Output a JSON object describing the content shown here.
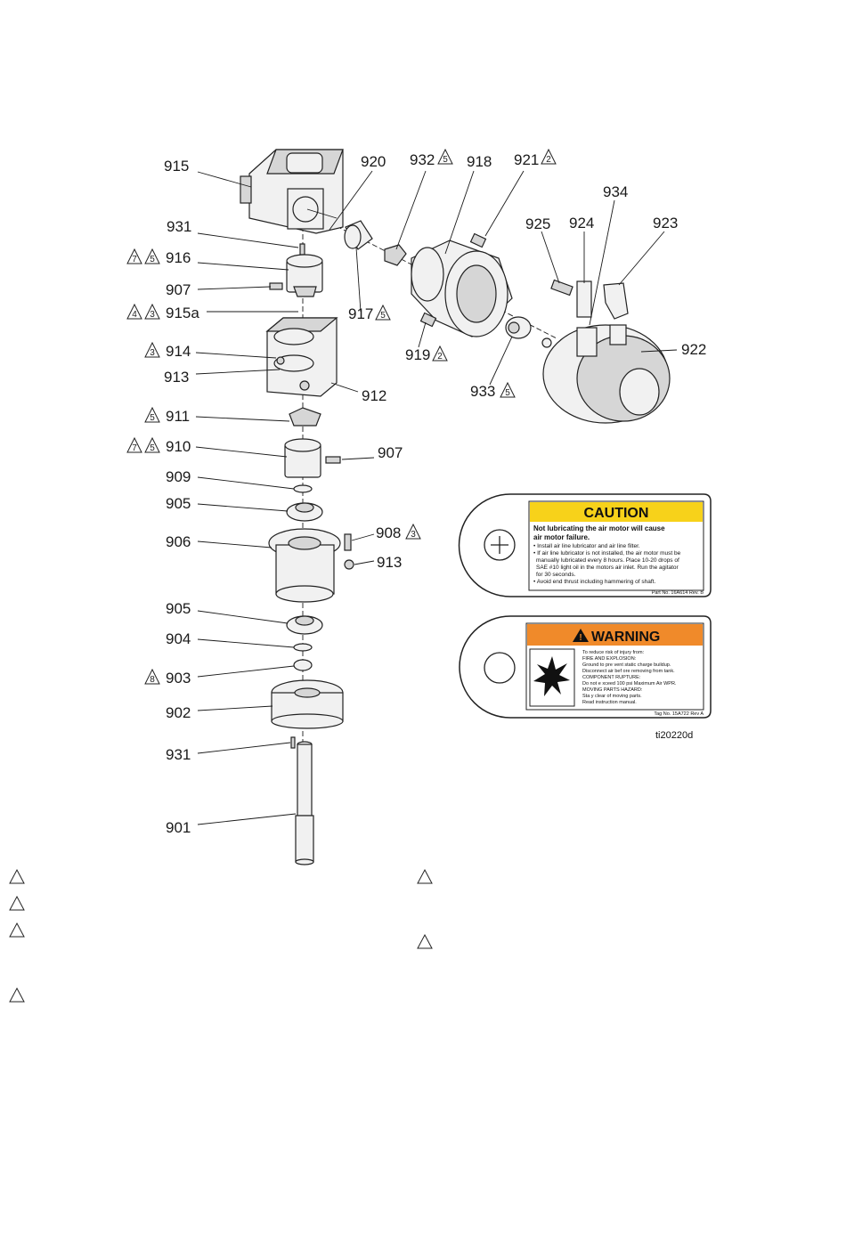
{
  "labels": {
    "p915": "915",
    "p920": "920",
    "p932": "932",
    "p918": "918",
    "p921": "921",
    "p931a": "931",
    "p916": "916",
    "p907a": "907",
    "p915a": "915a",
    "p914": "914",
    "p913a": "913",
    "p912": "912",
    "p911": "911",
    "p910": "910",
    "p907b": "907",
    "p909": "909",
    "p905a": "905",
    "p906": "906",
    "p908": "908",
    "p913b": "913",
    "p905b": "905",
    "p904": "904",
    "p903": "903",
    "p902": "902",
    "p931b": "931",
    "p901": "901",
    "p917": "917",
    "p919": "919",
    "p933": "933",
    "p934": "934",
    "p925": "925",
    "p924": "924",
    "p923": "923",
    "p922": "922"
  },
  "flags": {
    "f932": "5",
    "f921": "2",
    "f916a": "7",
    "f916b": "5",
    "f915a1": "4",
    "f915a2": "3",
    "f914": "3",
    "f917": "5",
    "f919": "2",
    "f933": "5",
    "f911": "5",
    "f910a": "7",
    "f910b": "5",
    "f908": "3",
    "f903": "8"
  },
  "caution_tag": {
    "header": "CAUTION",
    "headline1": "Not lubricating the air motor will cause",
    "headline2": "air motor failure.",
    "bullets": [
      "• Install air line lubricator and air line filter.",
      "• If air line lubricator is not installed, the air motor must be",
      "  manually lubricated every 8 hours. Place 10-20 drops of",
      "  SAE #10 light oil in the motors air inlet. Run the agitator",
      "  for 30 seconds.",
      "• Avoid end thrust including hammering of shaft."
    ],
    "part_no": "Part No. 16A614 Rev. B",
    "header_color": "#f7d21a"
  },
  "warning_tag": {
    "header": "WARNING",
    "lines": [
      "To reduce risk of injury from:",
      "FIRE AND EXPLOSION:",
      "Ground to pre  vent static charge buildup.",
      "Disconnect air bef  ore removing from tank.",
      "COMPONENT RUPTURE:",
      "Do not e  xceed 100 psi Maximum Air WPR.",
      "MOVING PARTS HAZARD:",
      "Sta  y clear of moving parts.",
      "Read instruction manual."
    ],
    "tag_no": "Tag No. 15A722 Rev A",
    "header_color": "#f08a2a"
  },
  "figure_id": "ti20220d"
}
